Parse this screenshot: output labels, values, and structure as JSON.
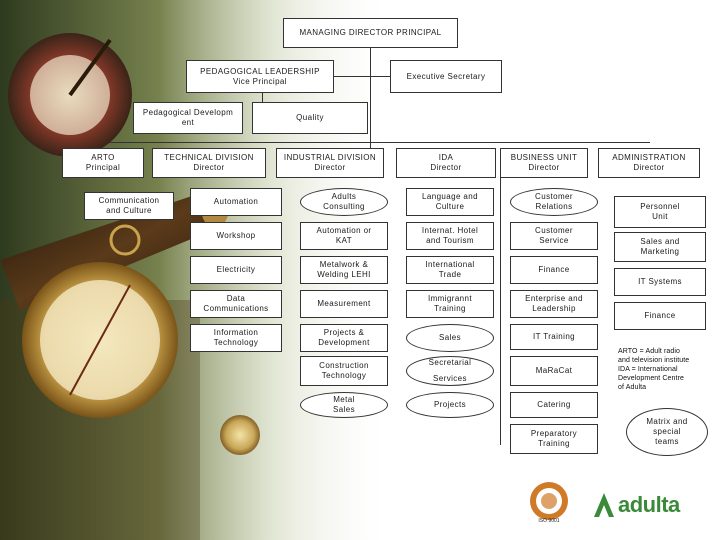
{
  "colors": {
    "box_fill": "#ffffff",
    "box_border": "#333333",
    "logo_green": "#3a8a3a",
    "seal_orange": "#d07a28"
  },
  "top": {
    "md": "MANAGING DIRECTOR PRINCIPAL"
  },
  "second_row": {
    "pedagogical": [
      "PEDAGOGICAL LEADERSHIP",
      "Vice Principal"
    ],
    "exec_secretary": "Executive Secretary",
    "pedagogical_dev": [
      "Pedagogical Developm",
      "ent"
    ],
    "quality": "Quality"
  },
  "divisions": {
    "arto": [
      "ARTO",
      "Principal"
    ],
    "technical": [
      "TECHNICAL DIVISION",
      "Director"
    ],
    "industrial": [
      "INDUSTRIAL DIVISION",
      "Director"
    ],
    "ida": [
      "IDA",
      "Director"
    ],
    "business": [
      "BUSINESS UNIT",
      "Director"
    ],
    "admin": [
      "ADMINISTRATION",
      "Director"
    ]
  },
  "arto_units": {
    "comm_culture": [
      "Communication",
      "and Culture"
    ]
  },
  "technical_units": {
    "automation": [
      "Automation"
    ],
    "workshop": [
      "Workshop"
    ],
    "electricity": [
      "Electricity"
    ],
    "data_comm": [
      "Data",
      "Communications"
    ],
    "info_tech": [
      "Information",
      "Technology"
    ]
  },
  "industrial_units": {
    "adults_consulting": [
      "Adults",
      "Consulting"
    ],
    "automation_kat": [
      "Automation or",
      "KAT"
    ],
    "metalwork": [
      "Metalwork &",
      "Welding LEHI"
    ],
    "measurement": [
      "Measurement"
    ],
    "projects": [
      "Projects &",
      "Development"
    ],
    "construction": [
      "Construction",
      "Technology"
    ],
    "metal_sales": [
      "Metal",
      "Sales"
    ]
  },
  "ida_units": {
    "language": [
      "Language and",
      "Culture"
    ],
    "hotel": [
      "Internat. Hotel",
      "and Tourism"
    ],
    "trade": [
      "International",
      "Trade"
    ],
    "immigrant": [
      "Immigrannt",
      "Training"
    ],
    "sales": [
      "Sales"
    ],
    "secretarial": [
      "Secretarial",
      "Services"
    ],
    "projects": [
      "Projects"
    ]
  },
  "business_units": {
    "customer_rel": [
      "Customer",
      "Relations"
    ],
    "customer_srv": [
      "Customer",
      "Service"
    ],
    "finance": [
      "Finance"
    ],
    "enterprise": [
      "Enterprise and",
      "Leadership"
    ],
    "it_training": [
      "IT Training"
    ],
    "marecat": [
      "MaRaCat"
    ],
    "catering": [
      "Catering"
    ],
    "preparatory": [
      "Preparatory",
      "Training"
    ]
  },
  "admin_units": {
    "personnel": [
      "Personnel",
      "Unit"
    ],
    "sales_marketing": [
      "Sales and",
      "Marketing"
    ],
    "it_systems": [
      "IT Systems"
    ],
    "finance": [
      "Finance"
    ]
  },
  "legend": {
    "lines": [
      "ARTO = Adult radio",
      "and television institute",
      "IDA = International",
      "Development Centre",
      "of Adulta"
    ],
    "matrix": [
      "Matrix and",
      "special",
      "teams"
    ]
  },
  "logos": {
    "adulta": "adulta",
    "seal_caption": "ISO 9001"
  }
}
